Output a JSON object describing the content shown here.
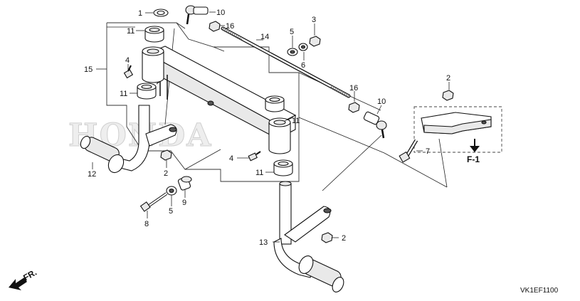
{
  "watermark": {
    "text": "HONDA"
  },
  "callouts": [
    {
      "id": "c1a",
      "text": "1"
    },
    {
      "id": "c10a",
      "text": "10"
    },
    {
      "id": "c16a",
      "text": "16"
    },
    {
      "id": "c11a",
      "text": "11"
    },
    {
      "id": "c15",
      "text": "15"
    },
    {
      "id": "c4a",
      "text": "4"
    },
    {
      "id": "c11b",
      "text": "11"
    },
    {
      "id": "c14",
      "text": "14"
    },
    {
      "id": "c3",
      "text": "3"
    },
    {
      "id": "c5a",
      "text": "5"
    },
    {
      "id": "c6",
      "text": "6"
    },
    {
      "id": "c2a",
      "text": "2"
    },
    {
      "id": "c16b",
      "text": "16"
    },
    {
      "id": "c10b",
      "text": "10"
    },
    {
      "id": "c11c",
      "text": "11"
    },
    {
      "id": "c4b",
      "text": "4"
    },
    {
      "id": "c11d",
      "text": "11"
    },
    {
      "id": "c7",
      "text": "7"
    },
    {
      "id": "c2b",
      "text": "2"
    },
    {
      "id": "c12",
      "text": "12"
    },
    {
      "id": "c9",
      "text": "9"
    },
    {
      "id": "c5b",
      "text": "5"
    },
    {
      "id": "c8",
      "text": "8"
    },
    {
      "id": "c13",
      "text": "13"
    },
    {
      "id": "c2c",
      "text": "2"
    }
  ],
  "ref_label": "F-1",
  "direction_label": "FR.",
  "diagram_code": "VK1EF1100"
}
